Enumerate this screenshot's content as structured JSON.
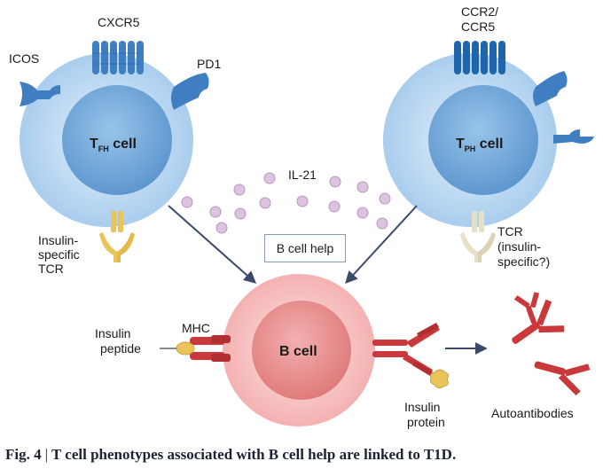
{
  "cells": {
    "tfh": {
      "main": "T",
      "sub": "FH",
      "rest": " cell"
    },
    "tph": {
      "main": "T",
      "sub": "PH",
      "rest": " cell"
    },
    "bcell": {
      "label": "B cell"
    }
  },
  "labels": {
    "icos": "ICOS",
    "cxcr5": "CXCR5",
    "pd1": "PD1",
    "ccr2_line1": "CCR2/",
    "ccr2_line2": "CCR5",
    "insulin_tcr_line1": "Insulin-",
    "insulin_tcr_line2": "specific",
    "insulin_tcr_line3": "TCR",
    "tcr_line1": "TCR",
    "tcr_line2": "(insulin-",
    "tcr_line3": "specific?)",
    "il21": "IL-21",
    "b_cell_help": "B cell help",
    "mhc": "MHC",
    "insulin_peptide_line1": "Insulin",
    "insulin_peptide_line2": "peptide",
    "insulin_protein_line1": "Insulin",
    "insulin_protein_line2": "protein",
    "autoantibodies": "Autoantibodies"
  },
  "caption": {
    "fig": "Fig. 4",
    "sep": "|",
    "text": "T cell phenotypes associated with B cell help are linked to T1D."
  },
  "colors": {
    "t_cell_outer": "#cfe3f5",
    "t_cell_inner": "#7fb1dd",
    "b_cell_outer": "#fbd3d3",
    "b_cell_inner": "#ef9d9d",
    "receptor_blue": "#3f7fc1",
    "il21_dot": "#dcc3df",
    "antibody_red": "#c9383a",
    "tcr_yellow": "#e9c45a",
    "tcr_pale": "#e6e0c6",
    "arrow": "#3b4a6b"
  }
}
